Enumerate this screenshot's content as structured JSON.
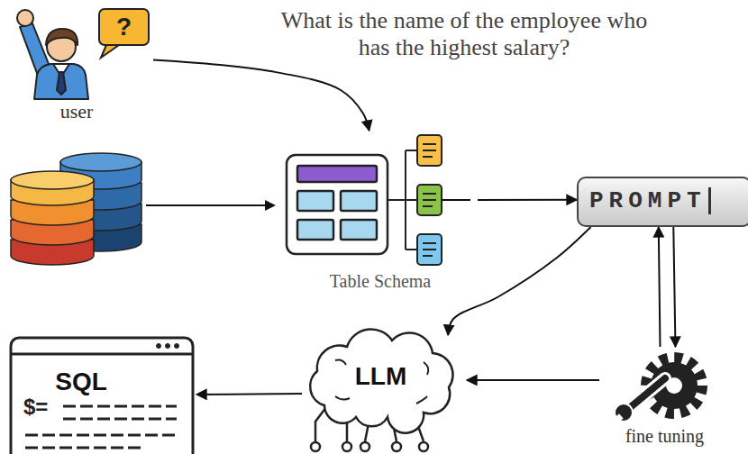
{
  "diagram": {
    "nodes": [
      {
        "text": [
          "user"
        ]
      },
      {
        "text": [
          "Table Schema"
        ]
      },
      {
        "text": [
          "PROMPT"
        ]
      },
      {
        "text": [
          "SQL"
        ]
      },
      {
        "text": [
          "LLM"
        ]
      },
      {
        "text": [
          "fine tuning"
        ]
      }
    ],
    "edges": [
      {
        "from": 0,
        "to": 1,
        "arrow": "to"
      },
      {
        "from": 1,
        "to": 2,
        "arrow": "to"
      },
      {
        "from": 2,
        "to": 4,
        "arrow": "to"
      },
      {
        "from": 2,
        "to": 5,
        "arrow": "to"
      },
      {
        "from": 5,
        "to": 2,
        "arrow": "to"
      },
      {
        "from": 5,
        "to": 4,
        "arrow": "to"
      },
      {
        "from": 4,
        "to": 3,
        "arrow": "to"
      }
    ],
    "labels": [
      "What is the name of the employee who has the highest salary?",
      "?",
      "$="
    ]
  }
}
